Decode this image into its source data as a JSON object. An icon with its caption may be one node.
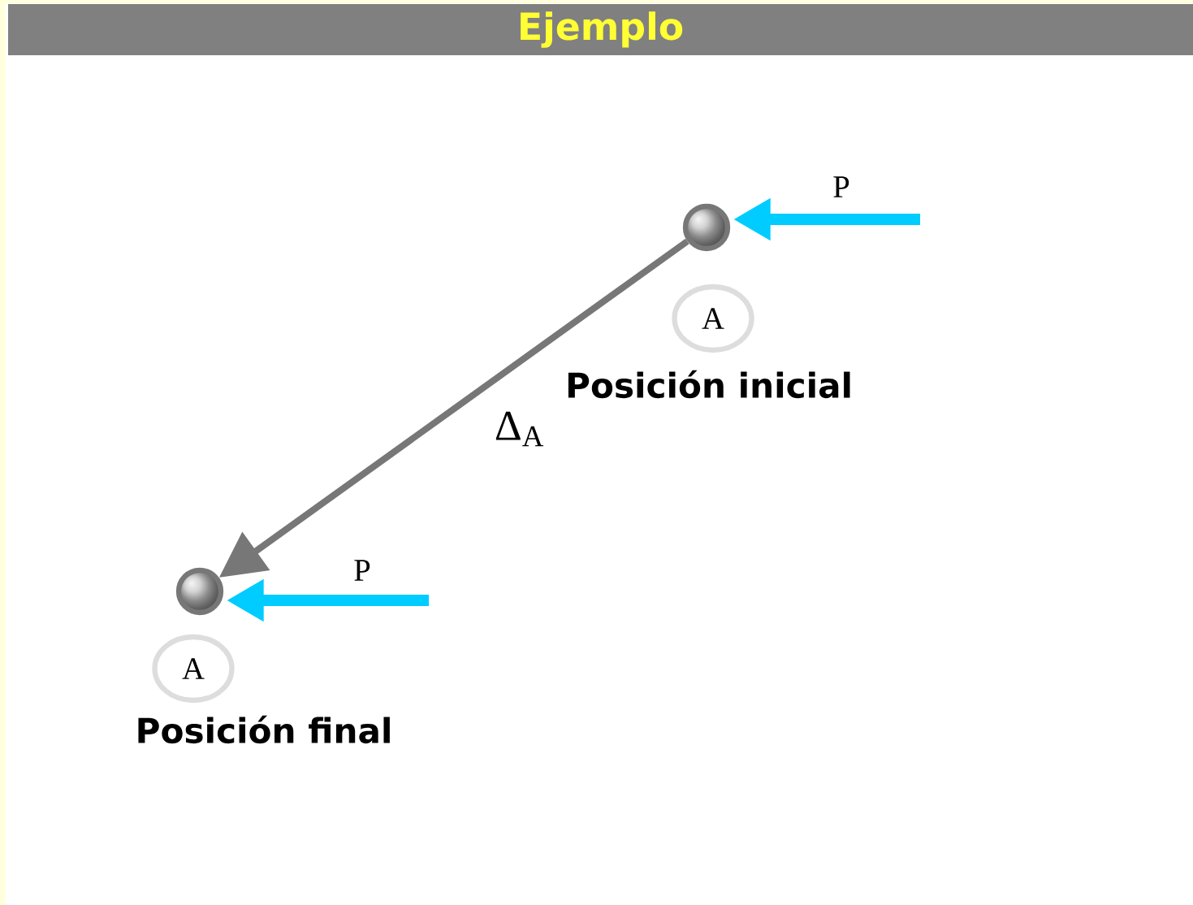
{
  "diagram": {
    "title": "Ejemplo",
    "nodes": [
      {
        "text": [],
        "shape": "circle"
      },
      {
        "text": [
          "A"
        ],
        "beside": [
          "Posición inicial"
        ]
      },
      {
        "text": [],
        "shape": "circle"
      },
      {
        "text": [
          "A"
        ],
        "beside": [
          "Posición final"
        ]
      }
    ],
    "edges": [
      {
        "from": 0,
        "to": 2,
        "arrow": "to",
        "label": "Δ$_{A}$"
      }
    ],
    "labels": [
      "P",
      "P"
    ]
  }
}
